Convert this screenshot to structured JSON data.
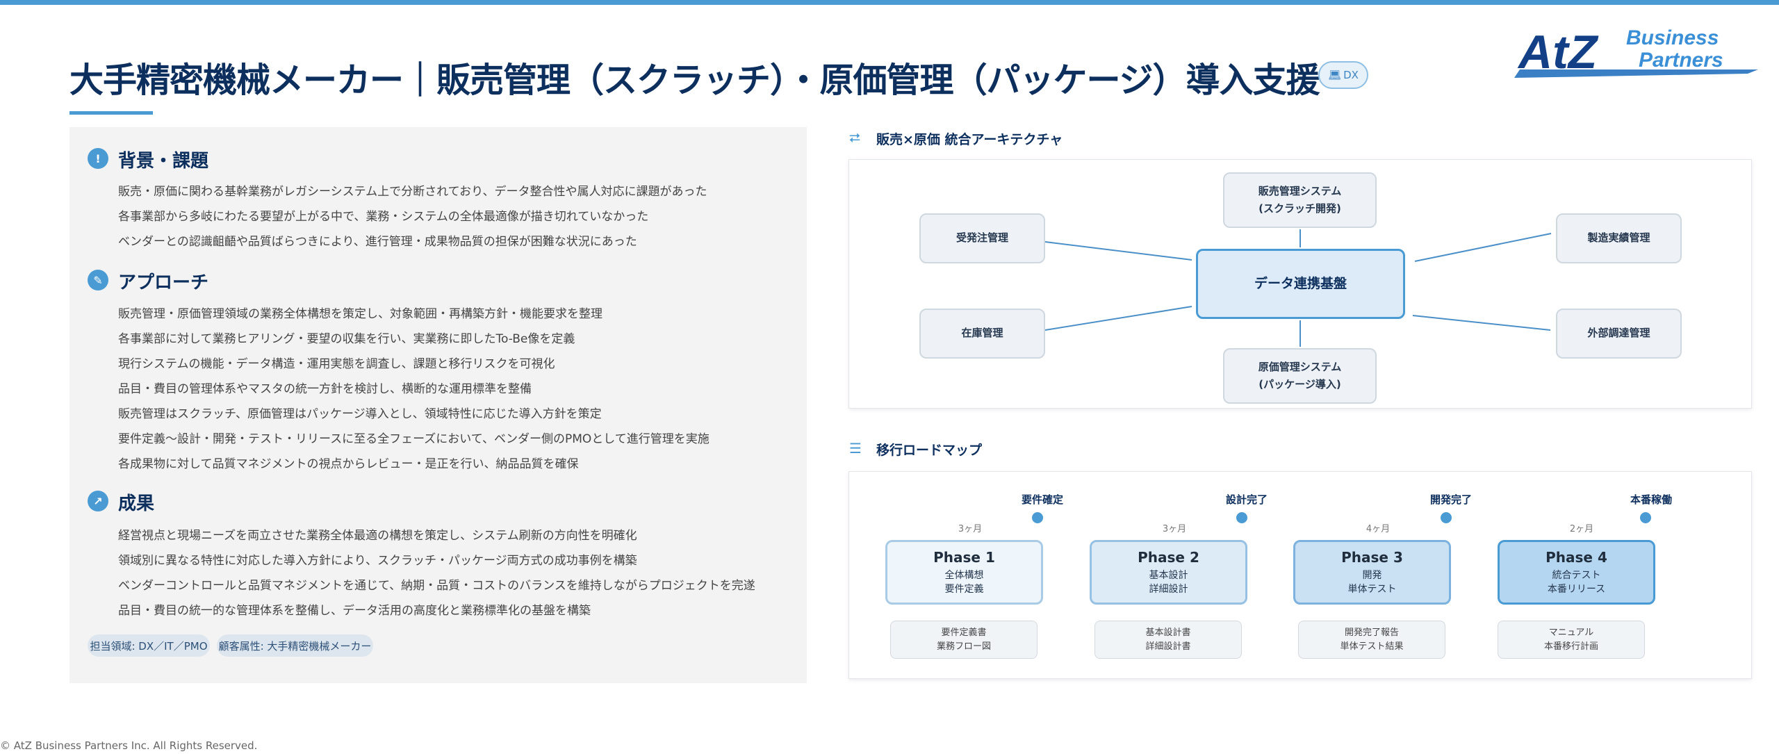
{
  "header": {
    "title": "大手精密機械メーカー｜販売管理（スクラッチ）・原価管理（パッケージ）導入支援",
    "badge": "DX",
    "logo": {
      "main": "AtZ",
      "line1": "Business",
      "line2": "Partners"
    }
  },
  "colors": {
    "accent": "#4a9bd4",
    "title": "#0d2f5e",
    "panel_bg": "#f3f3f3"
  },
  "left": {
    "sections": [
      {
        "icon": "exclamation-icon",
        "title": "背景・課題",
        "items": [
          "販売・原価に関わる基幹業務がレガシーシステム上で分断されており、データ整合性や属人対応に課題があった",
          "各事業部から多岐にわたる要望が上がる中で、業務・システムの全体最適像が描き切れていなかった",
          "ベンダーとの認識齟齬や品質ばらつきにより、進行管理・成果物品質の担保が困難な状況にあった"
        ]
      },
      {
        "icon": "approach-icon",
        "title": "アプローチ",
        "items": [
          "販売管理・原価管理領域の業務全体構想を策定し、対象範囲・再構築方針・機能要求を整理",
          "各事業部に対して業務ヒアリング・要望の収集を行い、実業務に即したTo-Be像を定義",
          "現行システムの機能・データ構造・運用実態を調査し、課題と移行リスクを可視化",
          "品目・費目の管理体系やマスタの統一方針を検討し、横断的な運用標準を整備",
          "販売管理はスクラッチ、原価管理はパッケージ導入とし、領域特性に応じた導入方針を策定",
          "要件定義～設計・開発・テスト・リリースに至る全フェーズにおいて、ベンダー側のPMOとして進行管理を実施",
          "各成果物に対して品質マネジメントの視点からレビュー・是正を行い、納品品質を確保"
        ]
      },
      {
        "icon": "chart-icon",
        "title": "成果",
        "items": [
          "経営視点と現場ニーズを両立させた業務全体最適の構想を策定し、システム刷新の方向性を明確化",
          "領域別に異なる特性に対応した導入方針により、スクラッチ・パッケージ両方式の成功事例を構築",
          "ベンダーコントロールと品質マネジメントを通じて、納期・品質・コストのバランスを維持しながらプロジェクトを完遂",
          "品目・費目の統一的な管理体系を整備し、データ活用の高度化と業務標準化の基盤を構築"
        ]
      }
    ],
    "tags": [
      "担当領域: DX／IT／PMO",
      "顧客属性: 大手精密機械メーカー"
    ]
  },
  "architecture": {
    "title": "販売×原価 統合アーキテクチャ",
    "center": "データ連携基盤",
    "top": "販売管理システム\n(スクラッチ開発)",
    "bottom": "原価管理システム\n(パッケージ導入)",
    "left_top": "受発注管理",
    "left_bottom": "在庫管理",
    "right_top": "製造実績管理",
    "right_bottom": "外部調達管理"
  },
  "roadmap": {
    "title": "移行ロードマップ",
    "milestones": [
      "要件確定",
      "設計完了",
      "開発完了",
      "本番稼働"
    ],
    "phases": [
      {
        "name": "Phase 1",
        "duration": "3ヶ月",
        "tasks": [
          "全体構想",
          "要件定義"
        ],
        "deliverables": [
          "要件定義書",
          "業務フロー図"
        ]
      },
      {
        "name": "Phase 2",
        "duration": "3ヶ月",
        "tasks": [
          "基本設計",
          "詳細設計"
        ],
        "deliverables": [
          "基本設計書",
          "詳細設計書"
        ]
      },
      {
        "name": "Phase 3",
        "duration": "4ヶ月",
        "tasks": [
          "開発",
          "単体テスト"
        ],
        "deliverables": [
          "開発完了報告",
          "単体テスト結果"
        ]
      },
      {
        "name": "Phase 4",
        "duration": "2ヶ月",
        "tasks": [
          "統合テスト",
          "本番リリース"
        ],
        "deliverables": [
          "マニュアル",
          "本番移行計画"
        ]
      }
    ]
  },
  "footer": {
    "copyright": "© AtZ Business Partners Inc. All Rights Reserved."
  }
}
